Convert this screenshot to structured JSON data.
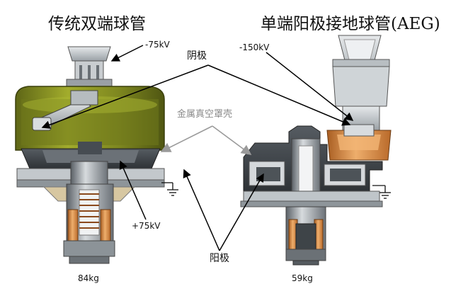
{
  "titles": {
    "left": "传统双端球管",
    "right": "单端阳极接地球管(AEG)"
  },
  "labels": {
    "minus75kv": "-75kV",
    "minus150kv": "-150kV",
    "cathode": "阴极",
    "metal_shell": "金属真空罩壳",
    "plus75kv": "+75kV",
    "anode": "阳极",
    "mass_left": "84kg",
    "mass_right": "59kg"
  },
  "colors": {
    "olive_housing": "#737b1c",
    "olive_light": "#9aa428",
    "copper": "#d4813a",
    "copper_light": "#e9a765",
    "steel_dark": "#3c4146",
    "steel_mid": "#7a8288",
    "steel_light": "#c8cdd1",
    "arrow_gray": "#9a9a9a"
  },
  "icons": [
    "ground-symbol-left",
    "ground-symbol-right"
  ]
}
